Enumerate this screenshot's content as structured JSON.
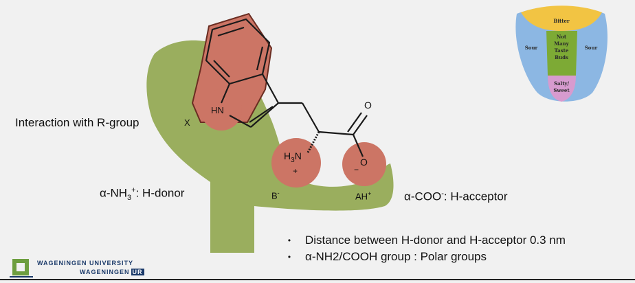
{
  "colors": {
    "binding_site": "#9aae5e",
    "highlight": "#cc7565",
    "structure_line": "#1a1a1a",
    "background": "#f1f1f1"
  },
  "labels": {
    "r_group": "Interaction with R-group",
    "x": "X",
    "nh3_prefix": "α-NH",
    "nh3_sub": "3",
    "nh3_sup": "+",
    "nh3_suffix": ": H-donor",
    "coo_prefix": "α-COO",
    "coo_sup": "-",
    "coo_suffix": ": H-acceptor",
    "b": "B",
    "b_sup": "-",
    "ah": "AH",
    "ah_sup": "+"
  },
  "molecule": {
    "hn": "HN",
    "h3n_h": "H",
    "h3n_sub": "3",
    "h3n_n": "N",
    "plus": "+",
    "o_top": "O",
    "o_minus": "O",
    "minus": "−"
  },
  "bullets": [
    "Distance between H-donor and H-acceptor 0.3 nm",
    "α-NH2/COOH group : Polar groups"
  ],
  "tongue": {
    "bitter": "Bitter",
    "sour_left": "Sour",
    "sour_right": "Sour",
    "not_line1": "Not",
    "not_line2": "Many",
    "not_line3": "Taste",
    "not_line4": "Buds",
    "salty_line1": "Salty/",
    "salty_line2": "Sweet"
  },
  "logo": {
    "line1": "WAGENINGEN UNIVERSITY",
    "line2": "WAGENINGEN",
    "line2_badge": "UR"
  }
}
